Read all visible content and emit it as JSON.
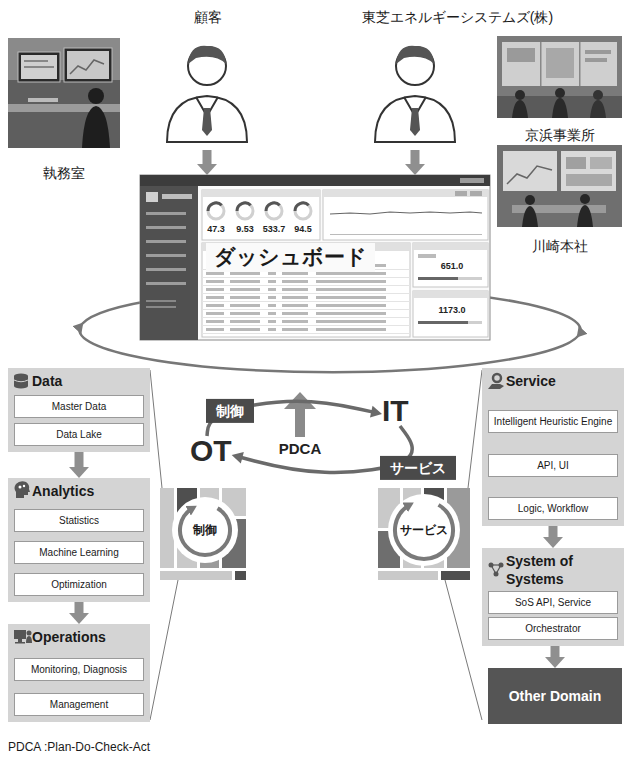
{
  "diagram": {
    "caption": "PDCA :Plan-Do-Check-Act",
    "nodes": [
      {
        "text": [
          "執務室"
        ]
      },
      {
        "text": [
          "顧客"
        ]
      },
      {
        "text": [
          "東芝エネルギーシステムズ(株)"
        ]
      },
      {
        "text": [
          "京浜事業所"
        ]
      },
      {
        "text": [
          "川崎本社"
        ]
      },
      {
        "text": [
          "ダッシュボード"
        ]
      },
      {
        "text": [
          "OT"
        ]
      },
      {
        "text": [
          "IT"
        ]
      },
      {
        "text": [
          "制御"
        ]
      },
      {
        "text": [
          "サービス"
        ]
      },
      {
        "text": [
          "Data"
        ]
      },
      {
        "text": [
          "Master Data"
        ],
        "in": 10
      },
      {
        "text": [
          "Data Lake"
        ],
        "in": 10
      },
      {
        "text": [
          "Analytics"
        ]
      },
      {
        "text": [
          "Statistics"
        ],
        "in": 13
      },
      {
        "text": [
          "Machine Learning"
        ],
        "in": 13
      },
      {
        "text": [
          "Optimization"
        ],
        "in": 13
      },
      {
        "text": [
          "Operations"
        ]
      },
      {
        "text": [
          "Monitoring, Diagnosis"
        ],
        "in": 17
      },
      {
        "text": [
          "Management"
        ],
        "in": 17
      },
      {
        "text": [
          "Service"
        ]
      },
      {
        "text": [
          "Intelligent Heuristic Engine"
        ],
        "in": 20
      },
      {
        "text": [
          "API, UI"
        ],
        "in": 20
      },
      {
        "text": [
          "Logic, Workflow"
        ],
        "in": 20
      },
      {
        "text": [
          "System of Systems"
        ]
      },
      {
        "text": [
          "SoS API, Service"
        ],
        "in": 24
      },
      {
        "text": [
          "Orchestrator"
        ],
        "in": 24
      },
      {
        "text": [
          "Other Domain"
        ]
      }
    ],
    "edges": [
      {
        "from": 1,
        "to": 5,
        "arrow": "to"
      },
      {
        "from": 2,
        "to": 5,
        "arrow": "to"
      },
      {
        "from": 6,
        "to": 7,
        "label": "制御",
        "arrow": "to"
      },
      {
        "from": 7,
        "to": 6,
        "label": "サービス",
        "arrow": "to"
      },
      {
        "from": 10,
        "to": 13,
        "arrow": "to"
      },
      {
        "from": 13,
        "to": 17,
        "arrow": "to"
      },
      {
        "from": 20,
        "to": 24,
        "arrow": "to"
      },
      {
        "from": 24,
        "to": 27,
        "arrow": "to"
      }
    ],
    "labels": [
      "47.3",
      "9.53",
      "533.7",
      "94.5",
      "651.0",
      "1173.0",
      "PDCA"
    ]
  }
}
